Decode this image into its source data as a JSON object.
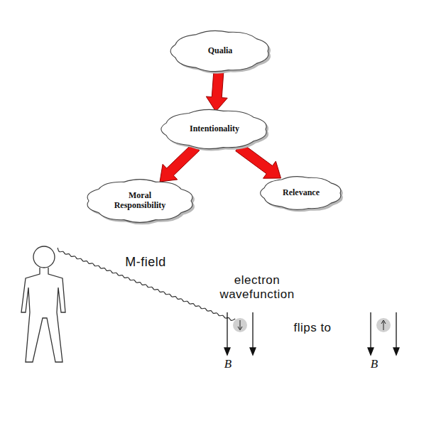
{
  "diagram": {
    "nodes": [
      {
        "text": [
          "Qualia"
        ]
      },
      {
        "text": [
          "Intentionality"
        ]
      },
      {
        "text": [
          "Moral Responsibility"
        ]
      },
      {
        "text": [
          "Relevance"
        ]
      }
    ],
    "edges": [
      {
        "from": 0,
        "to": 1,
        "arrow": "to"
      },
      {
        "from": 1,
        "to": 2,
        "arrow": "to"
      },
      {
        "from": 1,
        "to": 3,
        "arrow": "to"
      }
    ],
    "labels": [
      "M-field",
      "electron wavefunction",
      "flips to",
      "B",
      "B"
    ]
  }
}
